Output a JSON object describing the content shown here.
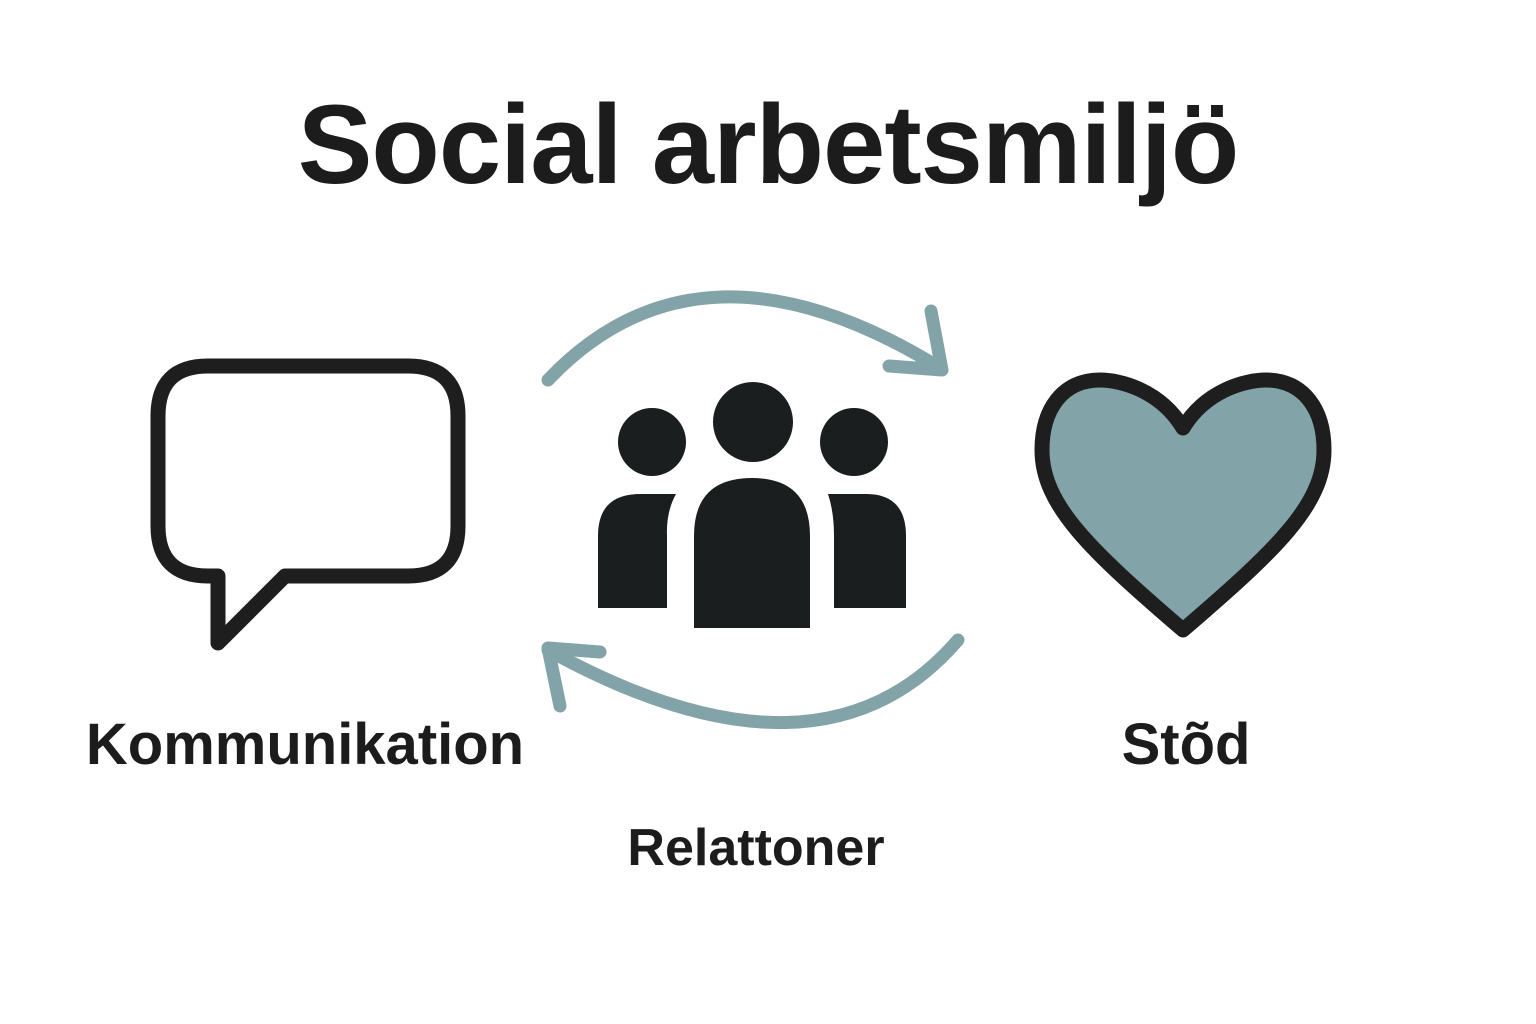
{
  "title": "Social arbetsmiljö",
  "nodes": {
    "communication": {
      "label": "Kommunikation",
      "icon": "speech-bubble-icon"
    },
    "relations": {
      "label": "Relattoner",
      "icon": "people-group-icon"
    },
    "support": {
      "label": "Stõd",
      "icon": "heart-icon"
    }
  },
  "colors": {
    "text": "#1c1c1c",
    "accent": "#82a3a7",
    "outline": "#1e1e1e",
    "background": "#ffffff"
  },
  "connectors": [
    {
      "name": "top-arc-arrow",
      "direction": "clockwise"
    },
    {
      "name": "bottom-arc-arrow",
      "direction": "clockwise"
    }
  ]
}
